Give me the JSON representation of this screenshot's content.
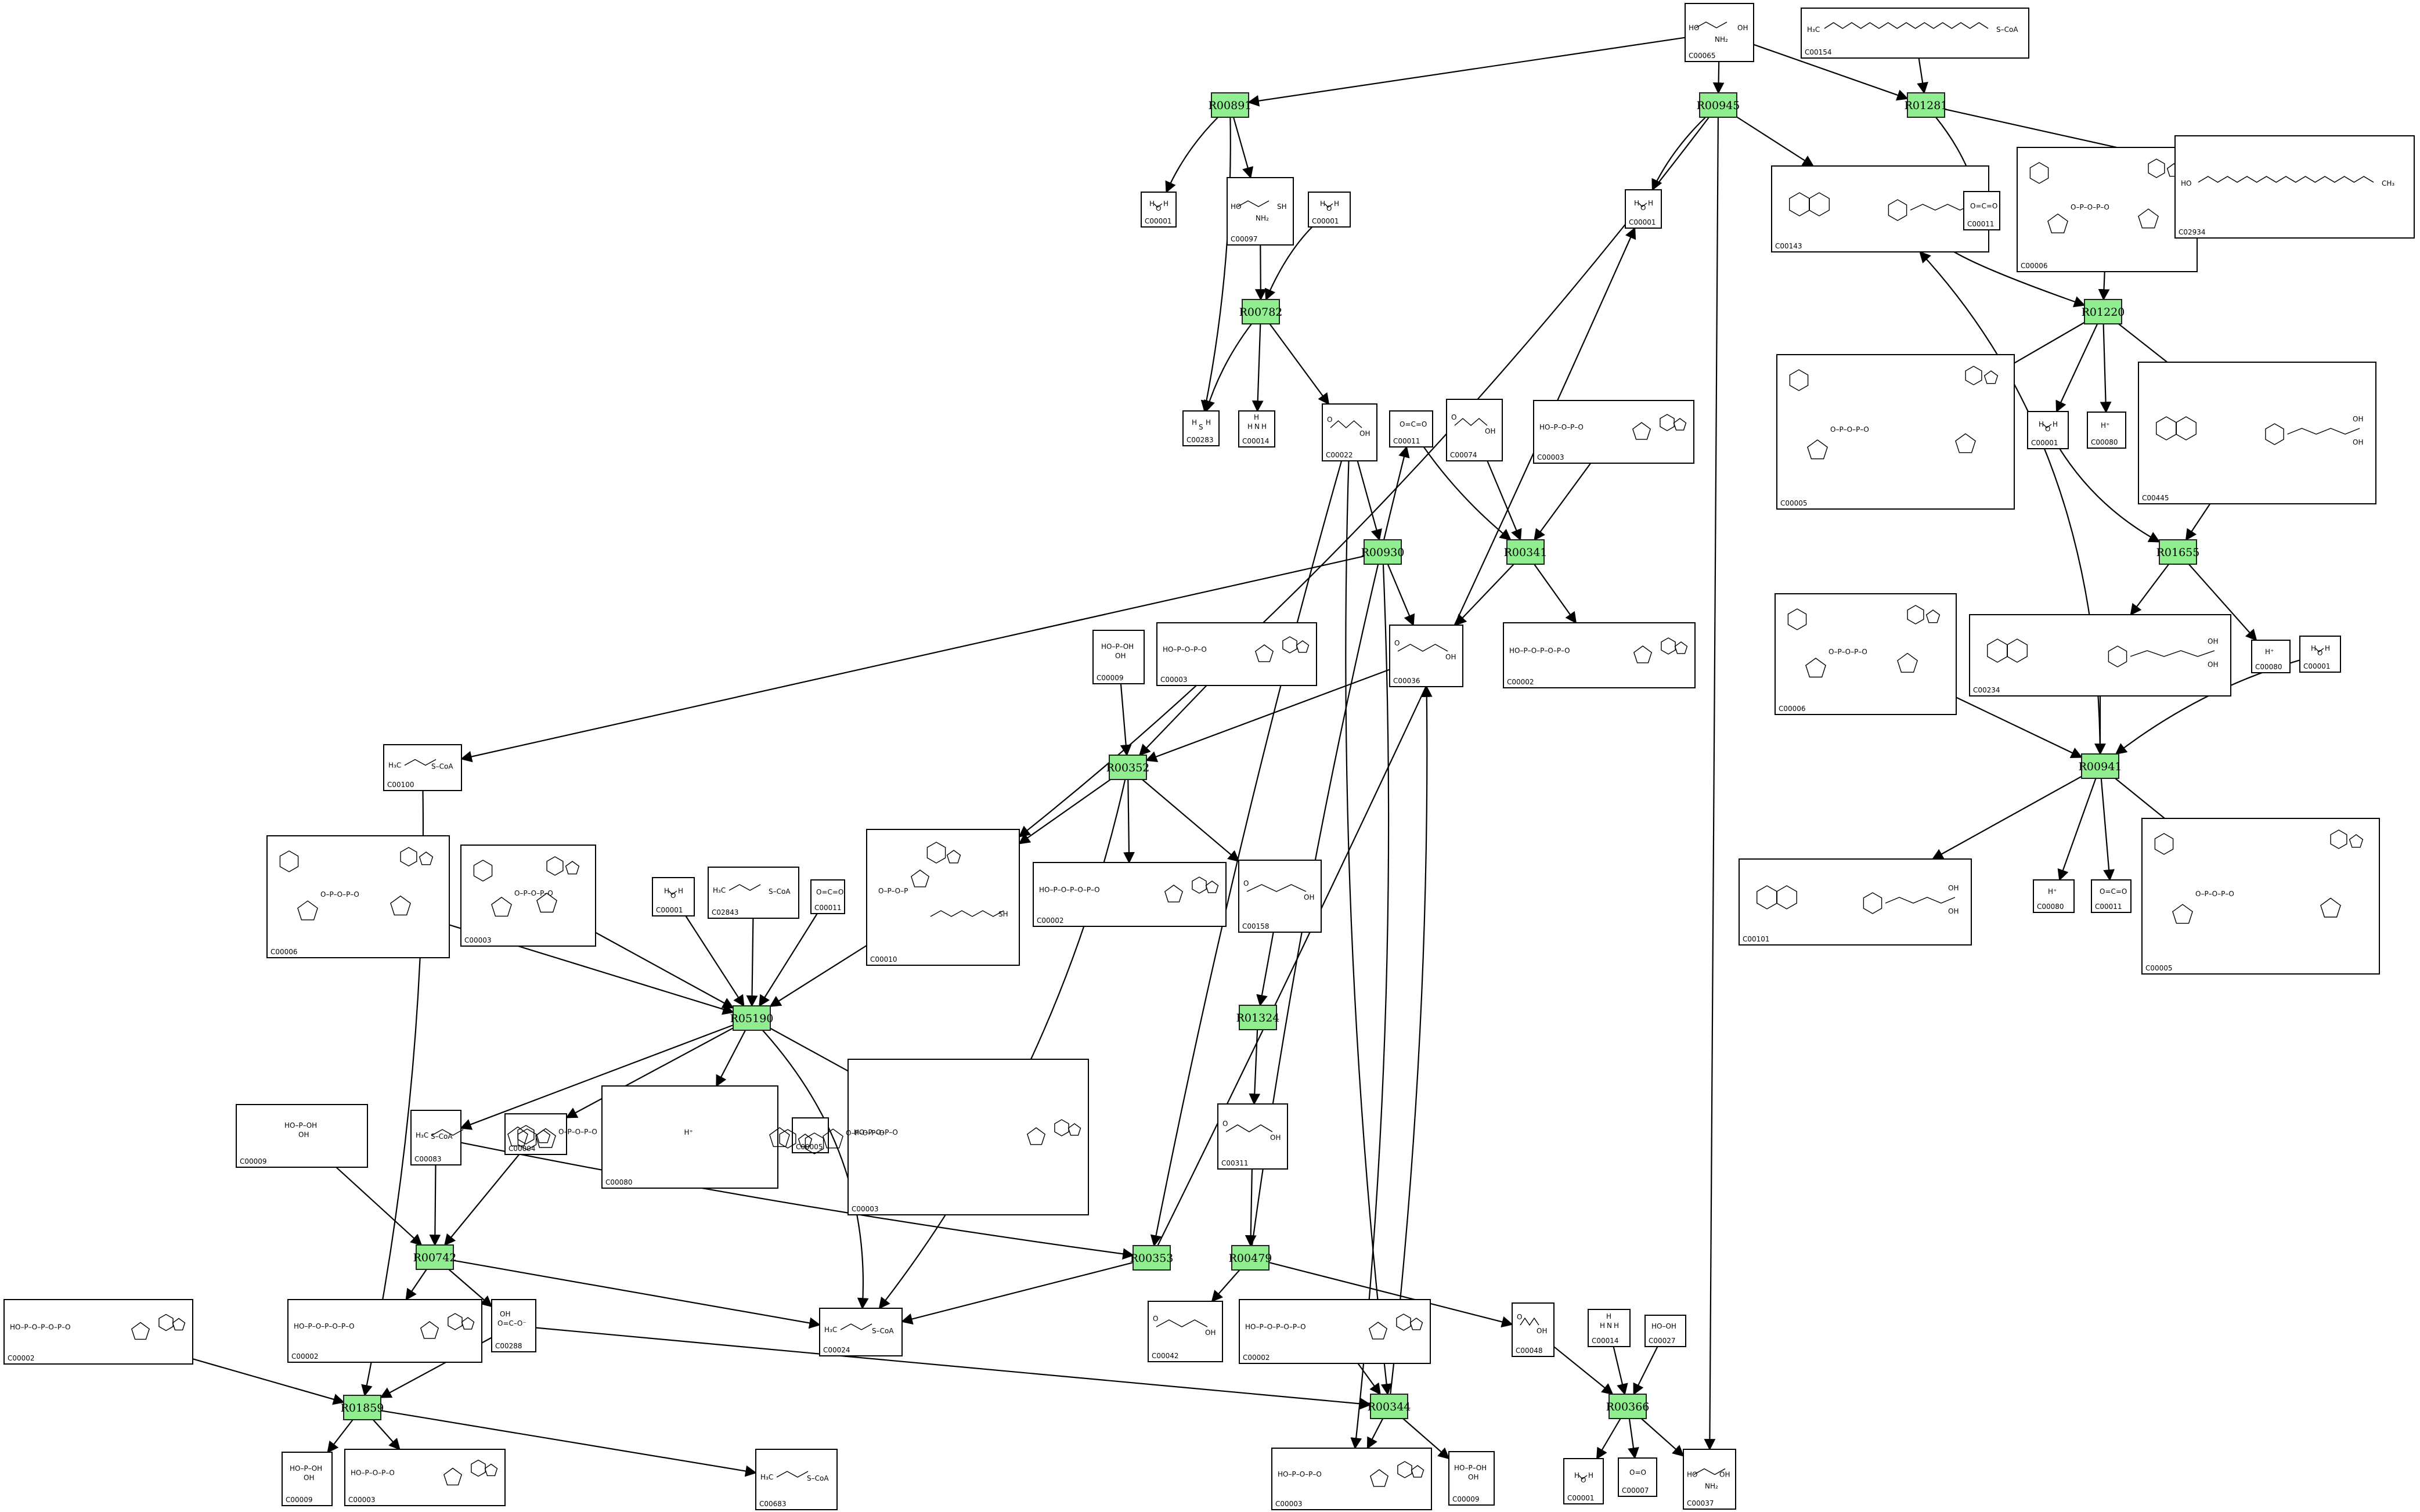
{
  "reactions": [
    {
      "id": "R00891"
    },
    {
      "id": "R00945"
    },
    {
      "id": "R01281"
    },
    {
      "id": "R00782"
    },
    {
      "id": "R01220"
    },
    {
      "id": "R00930"
    },
    {
      "id": "R00341"
    },
    {
      "id": "R01655"
    },
    {
      "id": "R00352"
    },
    {
      "id": "R00941"
    },
    {
      "id": "R05190"
    },
    {
      "id": "R01324"
    },
    {
      "id": "R00742"
    },
    {
      "id": "R00353"
    },
    {
      "id": "R00479"
    },
    {
      "id": "R01859"
    },
    {
      "id": "R00344"
    },
    {
      "id": "R00366"
    }
  ],
  "compounds": [
    {
      "label": "C00065",
      "mol": "serine"
    },
    {
      "label": "C00154",
      "mol": "palmitoyl-coa"
    },
    {
      "label": "C00001",
      "mol": "water"
    },
    {
      "label": "C00097",
      "mol": "cysteine"
    },
    {
      "label": "C00001",
      "mol": "water"
    },
    {
      "label": "C00001",
      "mol": "water"
    },
    {
      "label": "C00143",
      "mol": "methylene-thf"
    },
    {
      "label": "C00011",
      "mol": "co2"
    },
    {
      "label": "C00006",
      "mol": "nadp"
    },
    {
      "label": "C02934",
      "mol": "ketosphinganine"
    },
    {
      "label": "C00283",
      "mol": "h2s"
    },
    {
      "label": "C00014",
      "mol": "ammonia"
    },
    {
      "label": "C00022",
      "mol": "pyruvate"
    },
    {
      "label": "C00011",
      "mol": "co2"
    },
    {
      "label": "C00074",
      "mol": "pep"
    },
    {
      "label": "C00003",
      "mol": "adp"
    },
    {
      "label": "C00005",
      "mol": "nadph"
    },
    {
      "label": "C00001",
      "mol": "water"
    },
    {
      "label": "C00080",
      "mol": "proton"
    },
    {
      "label": "C00445",
      "mol": "methenyl-thf"
    },
    {
      "label": "C00036",
      "mol": "oxaloacetate"
    },
    {
      "label": "C00002",
      "mol": "atp"
    },
    {
      "label": "C00009",
      "mol": "phosphate"
    },
    {
      "label": "C00003",
      "mol": "adp"
    },
    {
      "label": "C00006",
      "mol": "nadp"
    },
    {
      "label": "C00234",
      "mol": "formyl-thf"
    },
    {
      "label": "C00080",
      "mol": "proton"
    },
    {
      "label": "C00001",
      "mol": "water"
    },
    {
      "label": "C00100",
      "mol": "propanoyl-coa"
    },
    {
      "label": "C00006",
      "mol": "nadp"
    },
    {
      "label": "C00003",
      "mol": "nad"
    },
    {
      "label": "C00001",
      "mol": "water"
    },
    {
      "label": "C02843",
      "mol": "acyl-coa"
    },
    {
      "label": "C00011",
      "mol": "co2"
    },
    {
      "label": "C00010",
      "mol": "coa"
    },
    {
      "label": "C00002",
      "mol": "atp"
    },
    {
      "label": "C00158",
      "mol": "citrate"
    },
    {
      "label": "C00101",
      "mol": "thf"
    },
    {
      "label": "C00080",
      "mol": "proton"
    },
    {
      "label": "C00011",
      "mol": "co2"
    },
    {
      "label": "C00005",
      "mol": "nadph"
    },
    {
      "label": "C00003",
      "mol": "adp"
    },
    {
      "label": "C00009",
      "mol": "phosphate"
    },
    {
      "label": "C00083",
      "mol": "malonyl-coa"
    },
    {
      "label": "C00004",
      "mol": "nadh"
    },
    {
      "label": "C00080",
      "mol": "proton"
    },
    {
      "label": "C00005",
      "mol": "nadph"
    },
    {
      "label": "C00311",
      "mol": "isocitrate"
    },
    {
      "label": "C00002",
      "mol": "atp"
    },
    {
      "label": "C00288",
      "mol": "bicarbonate"
    },
    {
      "label": "C00024",
      "mol": "acetyl-coa"
    },
    {
      "label": "C00042",
      "mol": "succinate"
    },
    {
      "label": "C00002",
      "mol": "atp"
    },
    {
      "label": "C00048",
      "mol": "glyoxylate"
    },
    {
      "label": "C00014",
      "mol": "ammonia"
    },
    {
      "label": "C00027",
      "mol": "h2o2"
    },
    {
      "label": "C00002",
      "mol": "atp"
    },
    {
      "label": "C00009",
      "mol": "phosphate"
    },
    {
      "label": "C00003",
      "mol": "adp"
    },
    {
      "label": "C00683",
      "mol": "methylmalonyl-coa"
    },
    {
      "label": "C00003",
      "mol": "adp"
    },
    {
      "label": "C00009",
      "mol": "phosphate"
    },
    {
      "label": "C00001",
      "mol": "water"
    },
    {
      "label": "C00007",
      "mol": "oxygen"
    },
    {
      "label": "C00037",
      "mol": "glycine"
    }
  ]
}
